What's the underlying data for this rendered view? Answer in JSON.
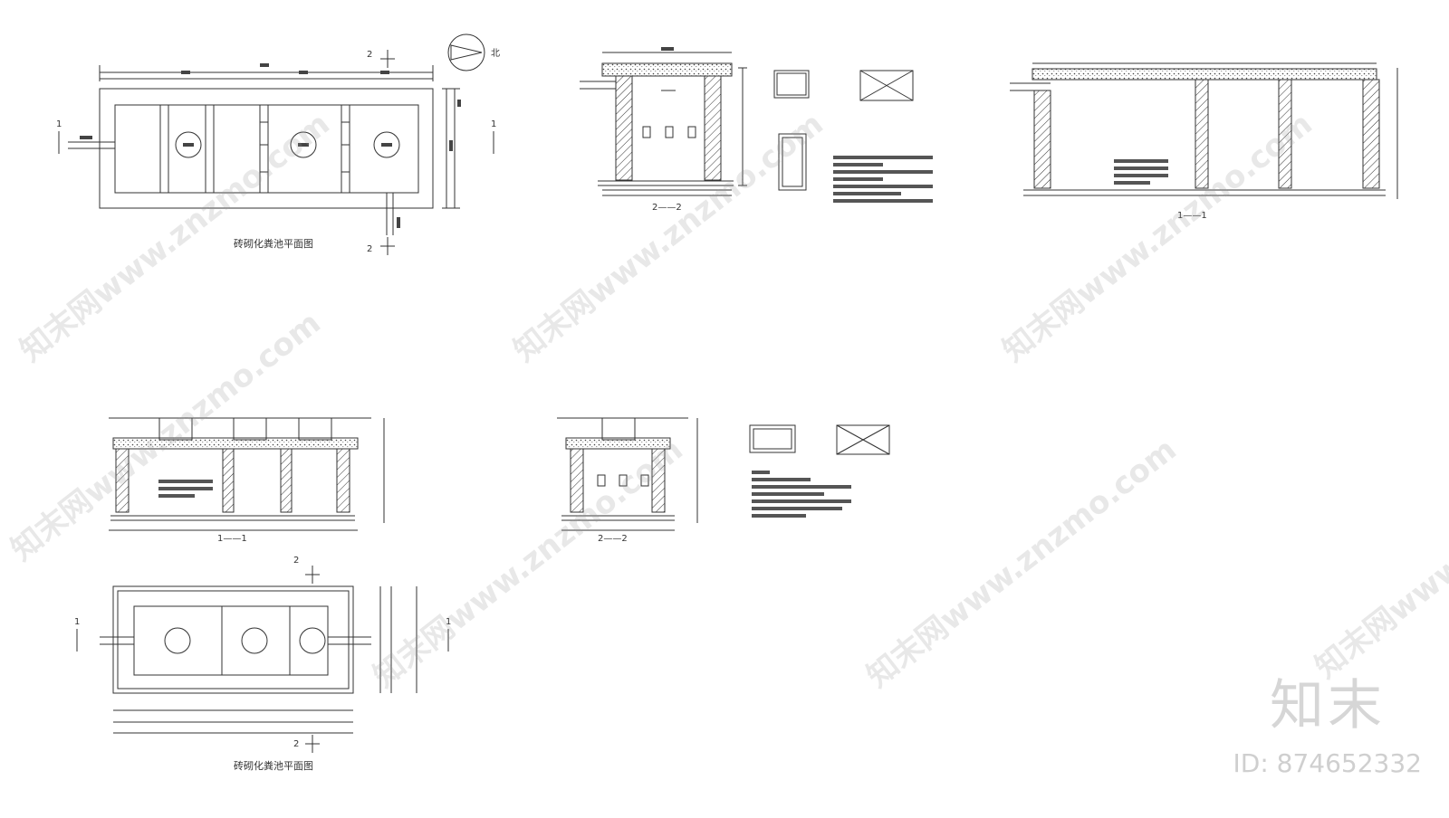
{
  "drawing": {
    "plan_title": "砖砌化粪池平面图",
    "section_1": "1——1",
    "section_2": "2——2",
    "cut_1": "1",
    "cut_2": "2",
    "north": "北"
  },
  "watermark": {
    "text": "知末网www.znzmo.com"
  },
  "brand": {
    "logo": "知末",
    "id_label": "ID: 874652332"
  }
}
